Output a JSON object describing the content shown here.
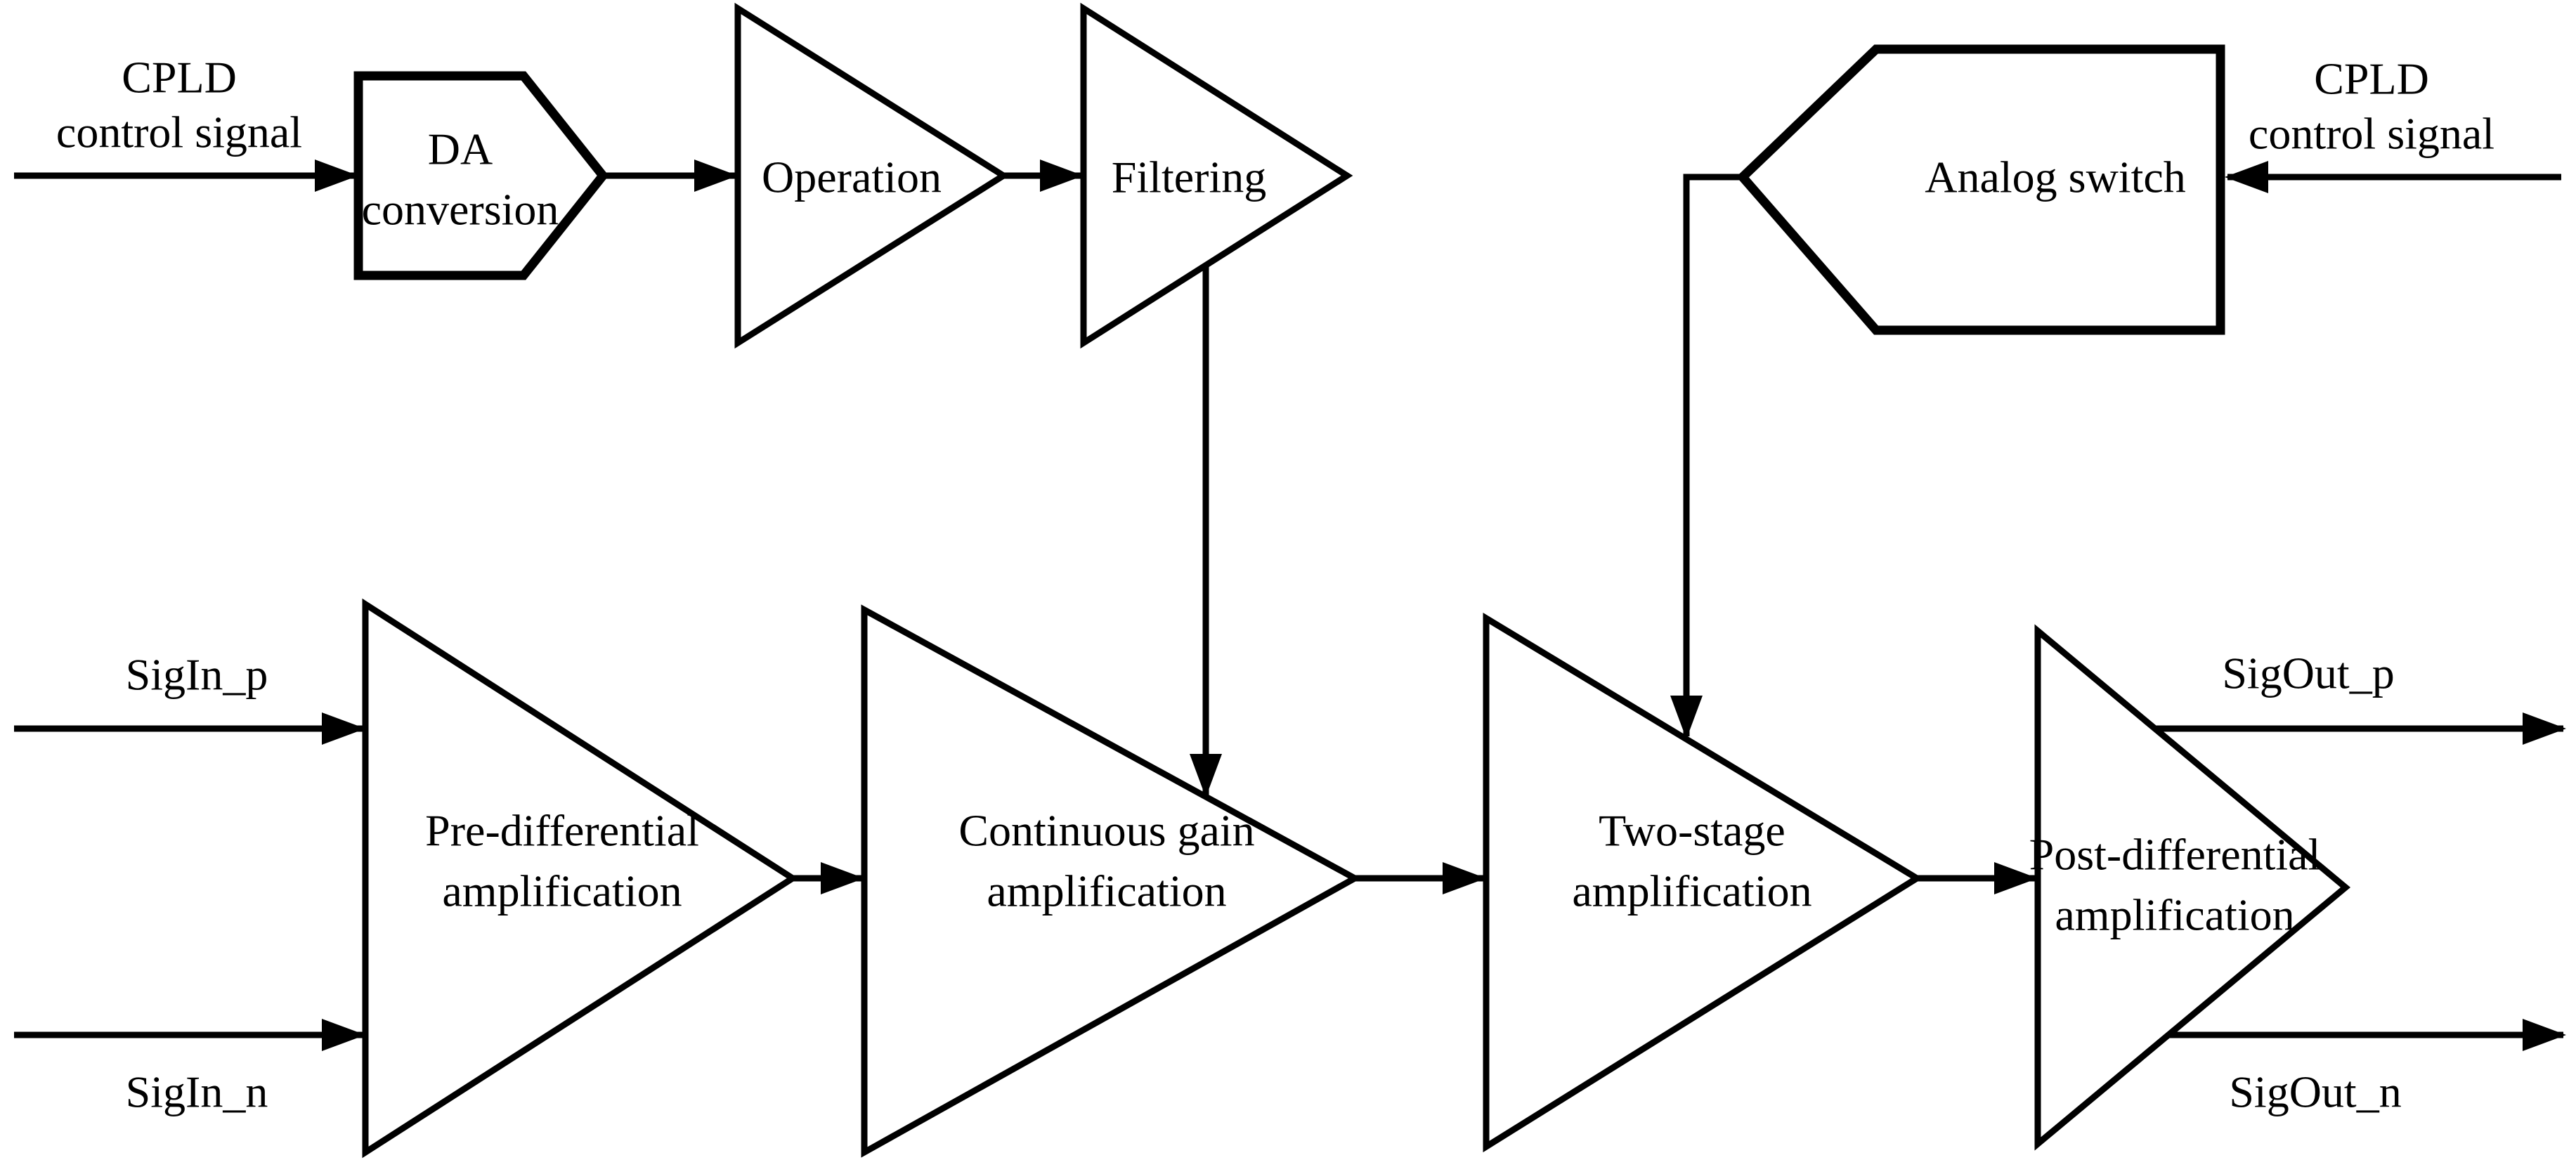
{
  "page": {
    "background": "#ffffff",
    "ink": "#000000",
    "description": "Signal-chain block diagram of a differential amplifier with CPLD-controlled DA conversion and analog switch"
  },
  "blocks": {
    "da_conversion": {
      "shape": "pentagon-point-right",
      "lines": [
        "DA",
        "conversion"
      ]
    },
    "operation": {
      "shape": "triangle-point-right",
      "lines": [
        "Operation"
      ]
    },
    "filtering": {
      "shape": "triangle-point-right",
      "lines": [
        "Filtering"
      ]
    },
    "analog_switch": {
      "shape": "pentagon-point-left",
      "lines": [
        "Analog switch"
      ]
    },
    "pre_differential": {
      "shape": "triangle-point-right",
      "lines": [
        "Pre-differential",
        "amplification"
      ]
    },
    "continuous_gain": {
      "shape": "triangle-point-right",
      "lines": [
        "Continuous gain",
        "amplification"
      ]
    },
    "two_stage": {
      "shape": "triangle-point-right",
      "lines": [
        "Two-stage",
        "amplification"
      ]
    },
    "post_differential": {
      "shape": "triangle-point-right",
      "lines": [
        "Post-differential",
        "amplification"
      ]
    }
  },
  "signals": {
    "cpld_left": {
      "lines": [
        "CPLD",
        "control signal"
      ]
    },
    "cpld_right": {
      "lines": [
        "CPLD",
        "control signal"
      ]
    },
    "sigin_p": "SigIn_p",
    "sigin_n": "SigIn_n",
    "sigout_p": "SigOut_p",
    "sigout_n": "SigOut_n"
  },
  "connections": [
    "CPLD control signal -> DA conversion",
    "DA conversion -> Operation",
    "Operation -> Filtering",
    "Filtering -> Continuous gain amplification",
    "CPLD control signal -> Analog switch",
    "Analog switch -> Two-stage amplification",
    "SigIn_p -> Pre-differential amplification",
    "SigIn_n -> Pre-differential amplification",
    "Pre-differential amplification -> Continuous gain amplification",
    "Continuous gain amplification -> Two-stage amplification",
    "Two-stage amplification -> Post-differential amplification",
    "Post-differential amplification -> SigOut_p",
    "Post-differential amplification -> SigOut_n"
  ]
}
